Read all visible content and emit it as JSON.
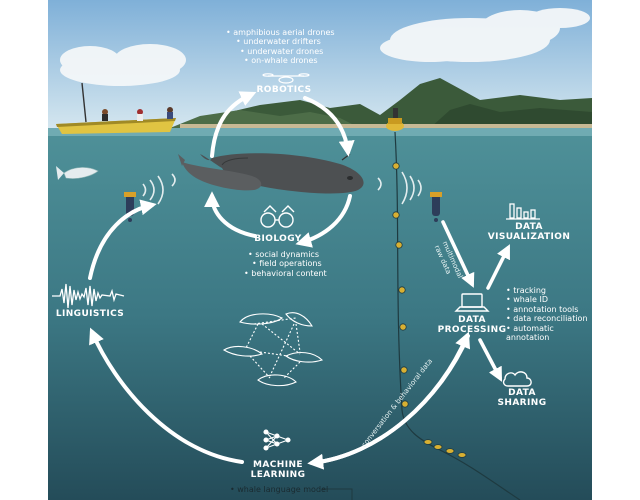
{
  "stages": {
    "robotics": "ROBOTICS",
    "biology": "BIOLOGY",
    "linguistics": "LINGUISTICS",
    "data_processing": [
      "DATA",
      "PROCESSING"
    ],
    "data_visualization": [
      "DATA",
      "VISUALIZATION"
    ],
    "data_sharing": [
      "DATA",
      "SHARING"
    ],
    "machine_learning": [
      "MACHINE",
      "LEARNING"
    ]
  },
  "robotics_items": [
    "amphibious aerial drones",
    "underwater drifters",
    "underwater drones",
    "on-whale drones"
  ],
  "biology_items": [
    "social dynamics",
    "field operations",
    "behavioral content"
  ],
  "processing_items": [
    "tracking",
    "whale ID",
    "annotation tools",
    "data reconciliation",
    "automatic annotation"
  ],
  "ml_items": [
    "whale language model"
  ],
  "flow_labels": {
    "multimodal": "multimodal",
    "raw_data": "raw data",
    "conversational": "conversation & behavioral data"
  },
  "colors": {
    "sky_top": "#7fb0d8",
    "sky_bottom": "#cfe3ef",
    "water": "#3f7f8a",
    "water_deep": "#244e5c",
    "label": "#ffffff",
    "arrow": "#ffffff"
  },
  "icons": [
    "drone-icon",
    "binoculars-icon",
    "soundwave-icon",
    "bar-chart-icon",
    "laptop-icon",
    "cloud-icon",
    "neural-network-icon",
    "whale-network-icon"
  ]
}
